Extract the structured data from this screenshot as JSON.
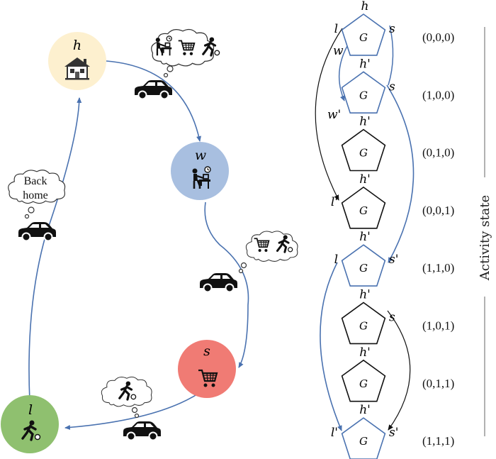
{
  "diagram": {
    "locations": [
      {
        "id": "home",
        "letter": "h",
        "fill": "#fdf0cf",
        "icon": "house-icon"
      },
      {
        "id": "work",
        "letter": "w",
        "fill": "#a8bfe0",
        "icon": "office-worker-icon"
      },
      {
        "id": "shop",
        "letter": "s",
        "fill": "#f07b74",
        "icon": "shopping-cart-icon"
      },
      {
        "id": "leisure",
        "letter": "l",
        "fill": "#8fc06f",
        "icon": "sport-person-icon"
      }
    ],
    "cloud_text": [
      "Back",
      "home"
    ],
    "edge_color": "#4a72b0"
  },
  "graph": {
    "node_label": "G",
    "nodes": [
      {
        "state": "(0,0,0)",
        "top": "h",
        "left": "l",
        "right": "s"
      },
      {
        "state": "(1,0,0)",
        "top": "h'",
        "left": "",
        "right": "s"
      },
      {
        "state": "(0,1,0)",
        "top": "h'",
        "left": "",
        "right": ""
      },
      {
        "state": "(0,0,1)",
        "top": "h'",
        "left": "l'",
        "right": ""
      },
      {
        "state": "(1,1,0)",
        "top": "h'",
        "left": "l",
        "right": "s'"
      },
      {
        "state": "(1,0,1)",
        "top": "h'",
        "left": "",
        "right": "s"
      },
      {
        "state": "(0,1,1)",
        "top": "h'",
        "left": "",
        "right": ""
      },
      {
        "state": "(1,1,1)",
        "top": "h'",
        "left": "l'",
        "right": "s'"
      }
    ],
    "edge_labels": {
      "w_top": "w",
      "w_bottom": "w'"
    },
    "axis_label": "Activity state"
  }
}
